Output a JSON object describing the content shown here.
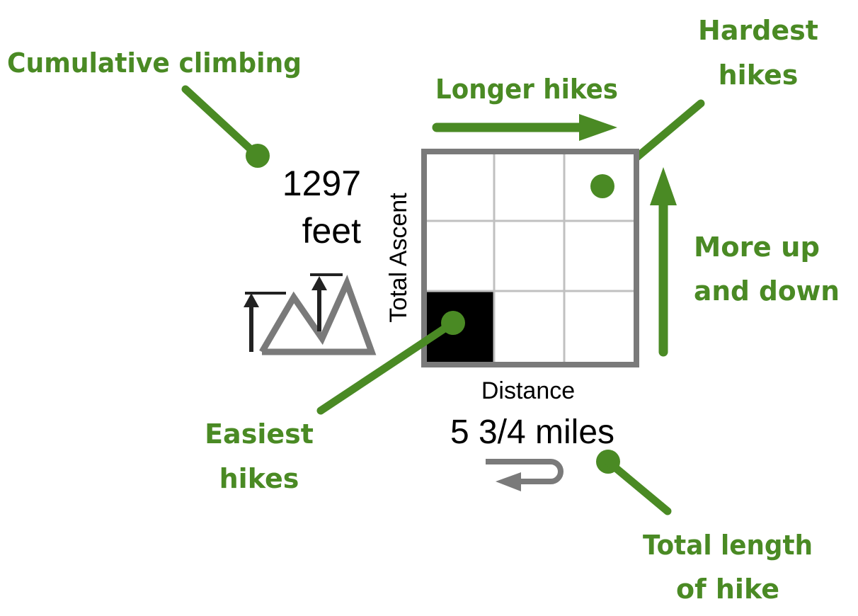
{
  "colors": {
    "annotation_green": "#4a8a24",
    "frame_gray": "#7a7a7a",
    "grid_gray": "#c0c0c0",
    "filled_cell": "#000000",
    "icon_dark": "#222222"
  },
  "annotations": {
    "cumulative_climbing": "Cumulative climbing",
    "longer_hikes": "Longer hikes",
    "hardest_line1": "Hardest",
    "hardest_line2": "hikes",
    "more_line1": "More up",
    "more_line2": "and down",
    "easiest_line1": "Easiest",
    "easiest_line2": "hikes",
    "total_length_line1": "Total length",
    "total_length_line2": "of hike"
  },
  "ascent": {
    "value": "1297",
    "unit": "feet",
    "axis_label": "Total Ascent"
  },
  "distance": {
    "axis_label": "Distance",
    "value": "5 3/4 miles"
  },
  "grid": {
    "rows": 3,
    "cols": 3,
    "highlighted_cell": "bottom-left"
  },
  "icons": {
    "ascent": "mountain-ascent-icon",
    "distance": "return-loop-icon"
  }
}
